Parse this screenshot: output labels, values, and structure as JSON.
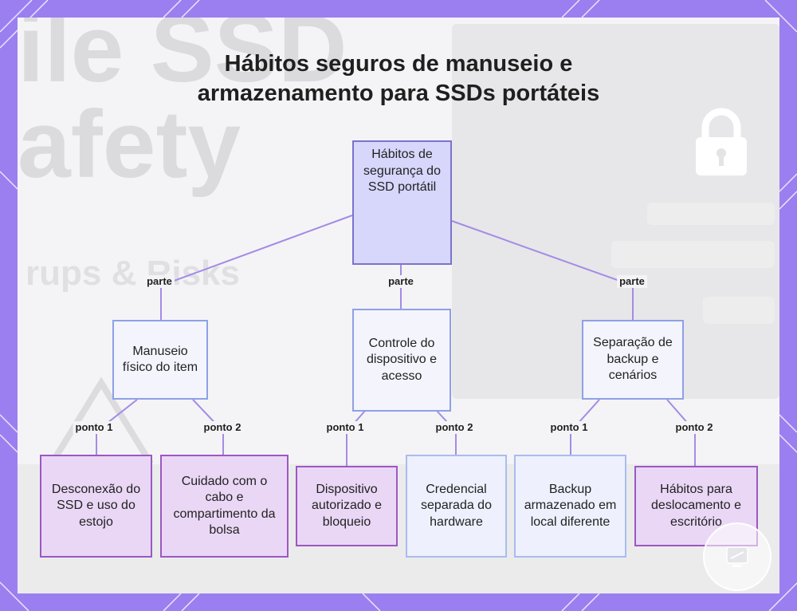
{
  "title": {
    "line1": "Hábitos seguros de manuseio e",
    "line2": "armazenamento para SSDs portáteis"
  },
  "nodes": {
    "root": "Hábitos de segurança do SSD portátil",
    "handling": "Manuseio físico do item",
    "control": "Controle do dispositivo e acesso",
    "backup": "Separação de backup e cenários",
    "handling_p1": "Desconexão do SSD e uso do estojo",
    "handling_p2": "Cuidado com o cabo e compartimento da bolsa",
    "control_p1": "Dispositivo autorizado e bloqueio",
    "control_p2": "Credencial separada do hardware",
    "backup_p1": "Backup armazenado em local diferente",
    "backup_p2": "Hábitos para deslocamento e escritório"
  },
  "edge_labels": {
    "part": "parte",
    "point1": "ponto 1",
    "point2": "ponto 2"
  },
  "colors": {
    "frame": "#9b7ff0",
    "edge": "#a58be6",
    "root_fill": "#d6d7fb",
    "leaf_purple": "#ead7f5",
    "leaf_blue": "#eef1fd"
  },
  "icons": {
    "background_lock": "lock-icon",
    "badge": "watermark-badge-icon"
  }
}
